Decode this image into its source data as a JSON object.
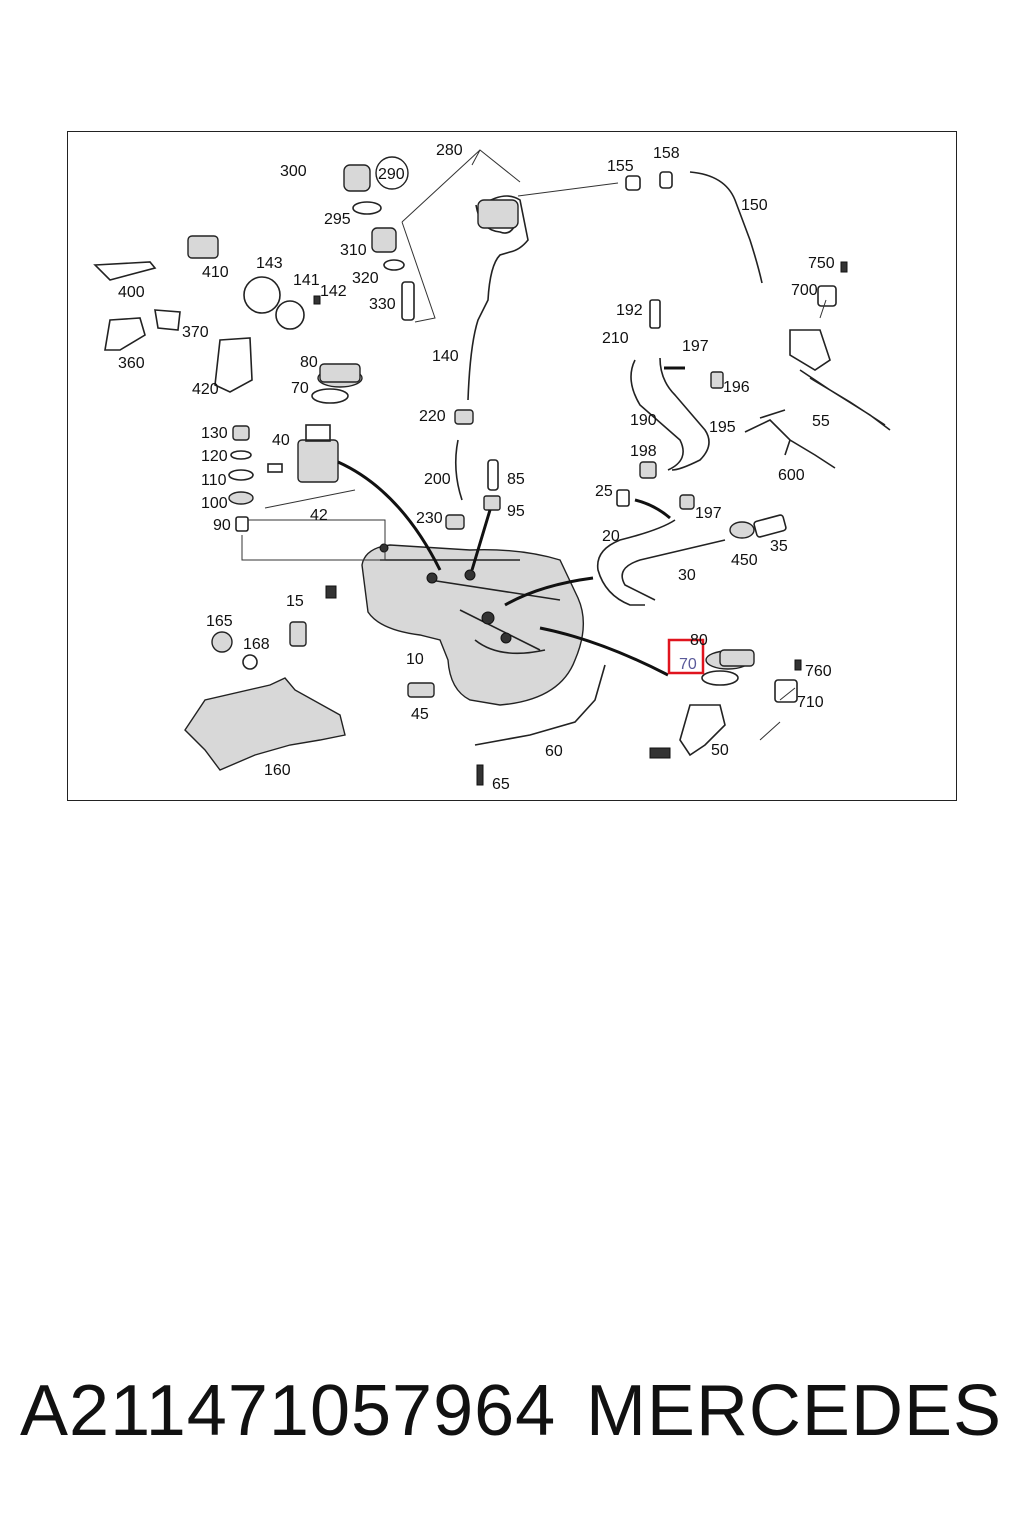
{
  "callouts": [
    {
      "label": "280"
    },
    {
      "label": "155"
    },
    {
      "label": "158"
    },
    {
      "label": "300"
    },
    {
      "label": "290"
    },
    {
      "label": "150"
    },
    {
      "label": "295"
    },
    {
      "label": "310"
    },
    {
      "label": "750"
    },
    {
      "label": "400"
    },
    {
      "label": "410"
    },
    {
      "label": "143"
    },
    {
      "label": "141"
    },
    {
      "label": "142"
    },
    {
      "label": "320"
    },
    {
      "label": "700"
    },
    {
      "label": "330"
    },
    {
      "label": "192"
    },
    {
      "label": "360"
    },
    {
      "label": "370"
    },
    {
      "label": "210"
    },
    {
      "label": "197"
    },
    {
      "label": "420"
    },
    {
      "label": "80"
    },
    {
      "label": "140"
    },
    {
      "label": "196"
    },
    {
      "label": "70"
    },
    {
      "label": "220"
    },
    {
      "label": "190"
    },
    {
      "label": "195"
    },
    {
      "label": "55"
    },
    {
      "label": "130"
    },
    {
      "label": "40"
    },
    {
      "label": "120"
    },
    {
      "label": "198"
    },
    {
      "label": "110"
    },
    {
      "label": "200"
    },
    {
      "label": "85"
    },
    {
      "label": "600"
    },
    {
      "label": "100"
    },
    {
      "label": "25"
    },
    {
      "label": "42"
    },
    {
      "label": "95"
    },
    {
      "label": "197"
    },
    {
      "label": "90"
    },
    {
      "label": "230"
    },
    {
      "label": "20"
    },
    {
      "label": "35"
    },
    {
      "label": "450"
    },
    {
      "label": "30"
    },
    {
      "label": "15"
    },
    {
      "label": "165"
    },
    {
      "label": "168"
    },
    {
      "label": "80"
    },
    {
      "label": "10"
    },
    {
      "label": "70"
    },
    {
      "label": "760"
    },
    {
      "label": "45"
    },
    {
      "label": "710"
    },
    {
      "label": "60"
    },
    {
      "label": "50"
    },
    {
      "label": "160"
    },
    {
      "label": "65"
    }
  ],
  "highlighted_callout": "70",
  "caption": {
    "part_number": "A2114710579​64",
    "brand": "MERCEDES"
  },
  "colors": {
    "highlight": "#e0141e",
    "line": "#222222"
  }
}
